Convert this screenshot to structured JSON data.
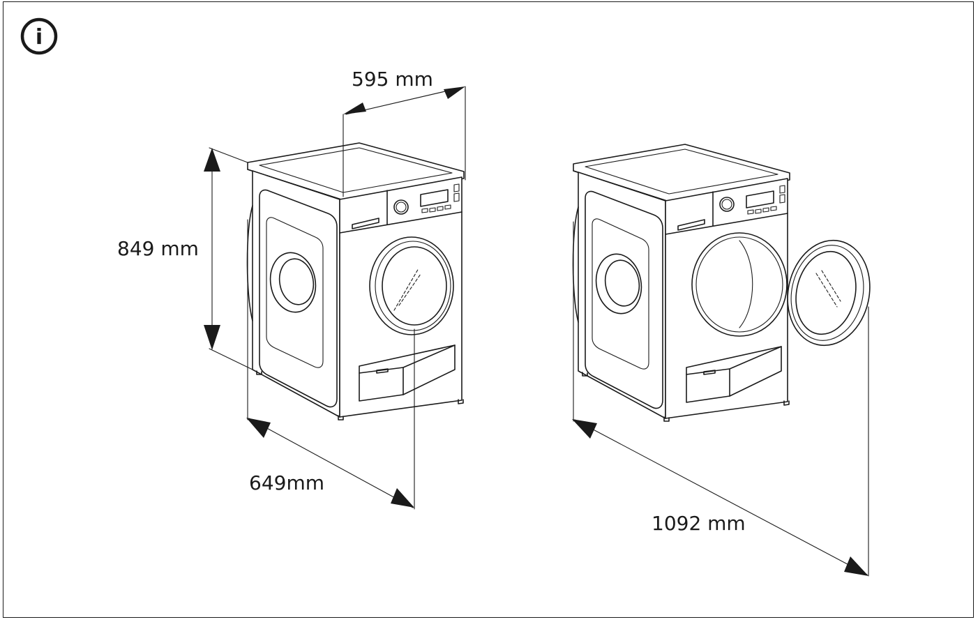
{
  "icons": {
    "info": "info-icon",
    "info_glyph": "i"
  },
  "dimensions": {
    "width": "595 mm",
    "height": "849 mm",
    "depth": "649mm",
    "depth_door_open": "1092 mm"
  },
  "colors": {
    "line": "#1a1a1a",
    "background": "#ffffff"
  }
}
